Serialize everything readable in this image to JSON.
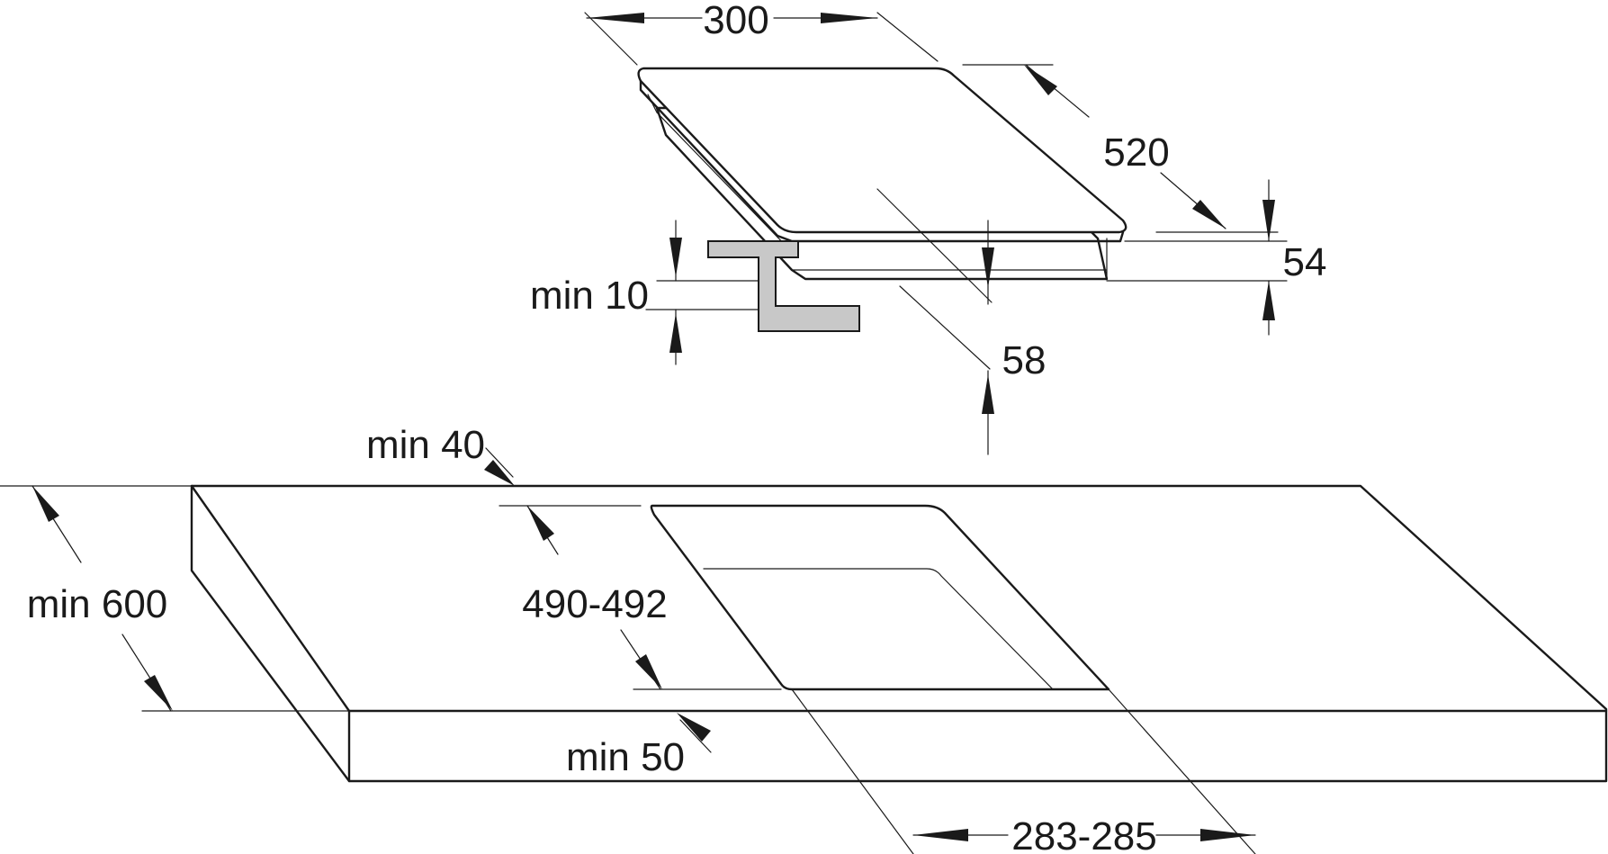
{
  "dimensions": {
    "hob_width": "300",
    "hob_depth": "520",
    "hob_height": "54",
    "hob_underside_depth": "58",
    "min_clearance_under_worktop": "min 10",
    "min_back_distance": "min 40",
    "min_worktop_depth": "min 600",
    "cutout_depth": "490-492",
    "min_front_distance": "min 50",
    "cutout_width": "283-285"
  },
  "colors": {
    "line": "#1a1a1a",
    "bracket_fill": "#c8c8c8",
    "background": "#ffffff"
  }
}
